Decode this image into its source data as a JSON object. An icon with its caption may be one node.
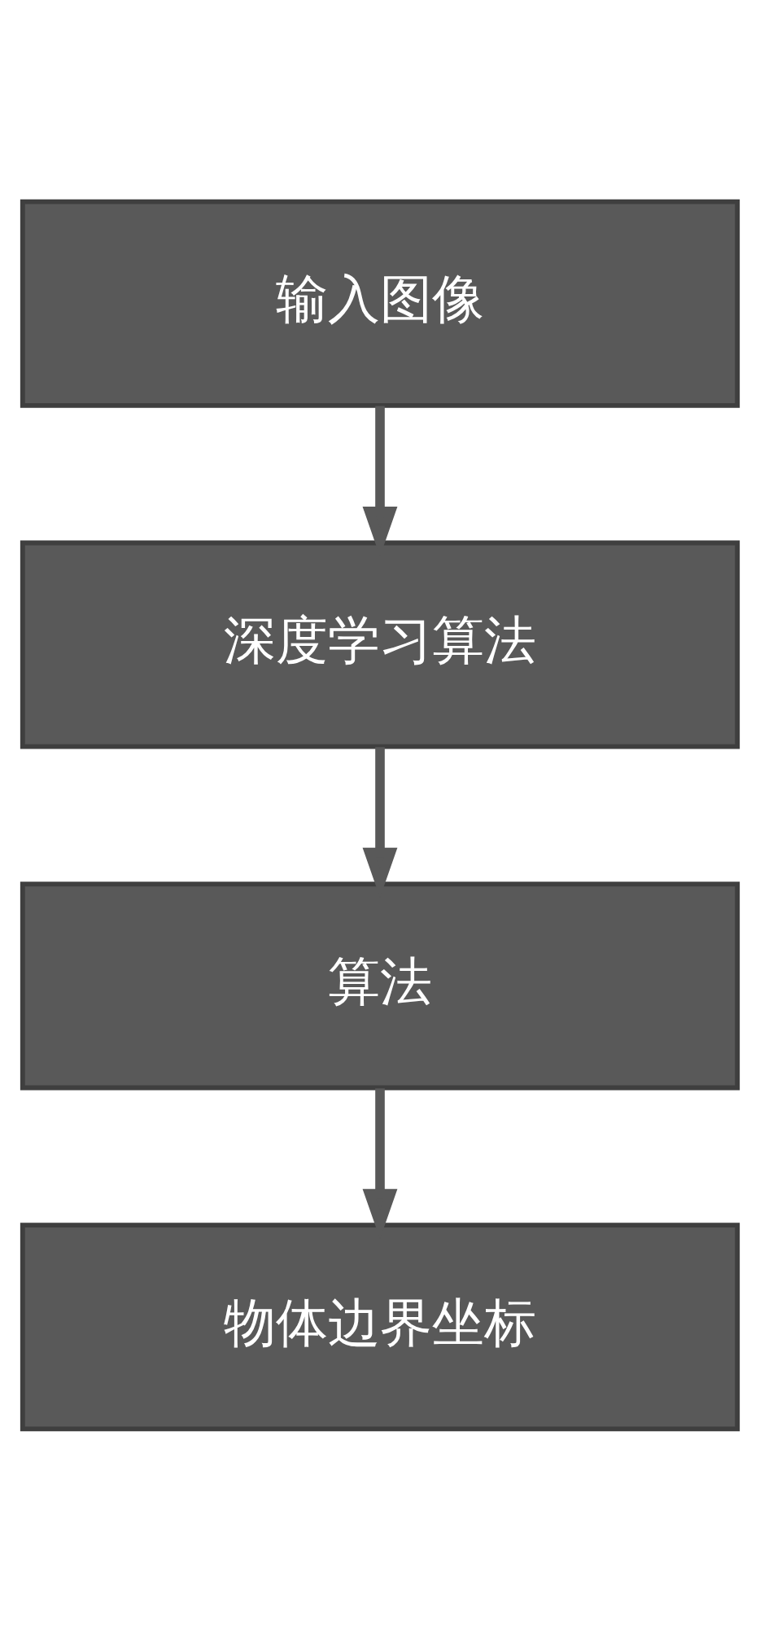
{
  "diagram": {
    "nodes": [
      {
        "text": [
          "输入图像"
        ]
      },
      {
        "text": [
          "深度学习算法"
        ]
      },
      {
        "text": [
          "算法"
        ]
      },
      {
        "text": [
          "物体边界坐标"
        ]
      }
    ],
    "edges": [
      {
        "from": 0,
        "to": 1,
        "arrow": "to"
      },
      {
        "from": 1,
        "to": 2,
        "arrow": "to"
      },
      {
        "from": 2,
        "to": 3,
        "arrow": "to"
      }
    ]
  }
}
